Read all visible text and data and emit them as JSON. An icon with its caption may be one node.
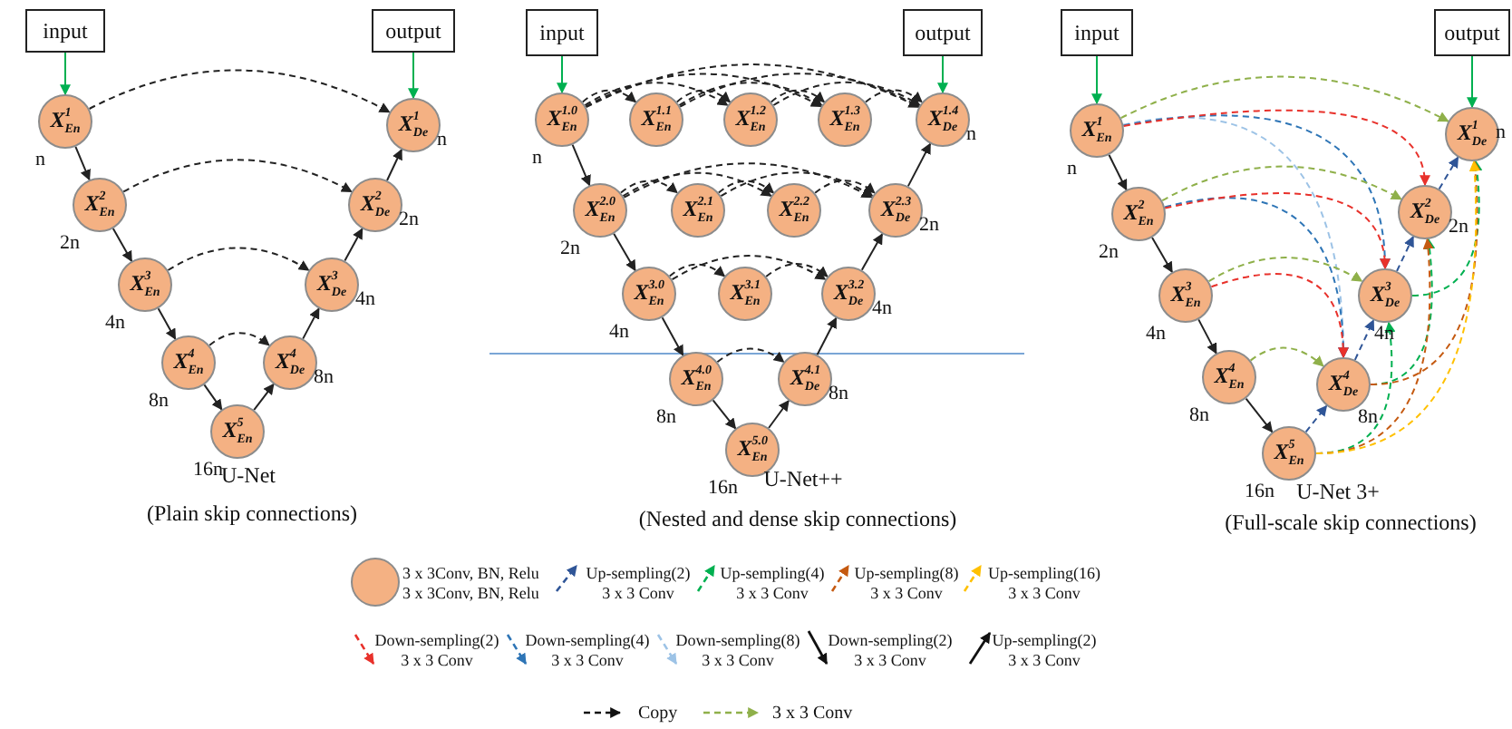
{
  "diagram": {
    "nodes": [
      {
        "text": [
          "input"
        ]
      },
      {
        "text": [
          "output"
        ]
      },
      {
        "text": [
          "X$^{1}$$_{En}$"
        ],
        "beside": [
          "n"
        ]
      },
      {
        "text": [
          "X$^{2}$$_{En}$"
        ],
        "beside": [
          "2n"
        ]
      },
      {
        "text": [
          "X$^{3}$$_{En}$"
        ],
        "beside": [
          "4n"
        ]
      },
      {
        "text": [
          "X$^{4}$$_{En}$"
        ],
        "beside": [
          "8n"
        ]
      },
      {
        "text": [
          "X$^{5}$$_{En}$"
        ],
        "beside": [
          "16n"
        ]
      },
      {
        "text": [
          "X$^{4}$$_{De}$"
        ],
        "beside": [
          "8n"
        ]
      },
      {
        "text": [
          "X$^{3}$$_{De}$"
        ],
        "beside": [
          "4n"
        ]
      },
      {
        "text": [
          "X$^{2}$$_{De}$"
        ],
        "beside": [
          "2n"
        ]
      },
      {
        "text": [
          "X$^{1}$$_{De}$"
        ],
        "beside": [
          "n"
        ]
      },
      {
        "text": [
          "input"
        ]
      },
      {
        "text": [
          "output"
        ]
      },
      {
        "text": [
          "X$^{1.0}$$_{En}$"
        ],
        "beside": [
          "n"
        ]
      },
      {
        "text": [
          "X$^{1.1}$$_{En}$"
        ]
      },
      {
        "text": [
          "X$^{1.2}$$_{En}$"
        ]
      },
      {
        "text": [
          "X$^{1.3}$$_{En}$"
        ]
      },
      {
        "text": [
          "X$^{1.4}$$_{De}$"
        ],
        "beside": [
          "n"
        ]
      },
      {
        "text": [
          "X$^{2.0}$$_{En}$"
        ],
        "beside": [
          "2n"
        ]
      },
      {
        "text": [
          "X$^{2.1}$$_{En}$"
        ]
      },
      {
        "text": [
          "X$^{2.2}$$_{En}$"
        ]
      },
      {
        "text": [
          "X$^{2.3}$$_{De}$"
        ],
        "beside": [
          "2n"
        ]
      },
      {
        "text": [
          "X$^{3.0}$$_{En}$"
        ],
        "beside": [
          "4n"
        ]
      },
      {
        "text": [
          "X$^{3.1}$$_{En}$"
        ]
      },
      {
        "text": [
          "X$^{3.2}$$_{De}$"
        ],
        "beside": [
          "4n"
        ]
      },
      {
        "text": [
          "X$^{4.0}$$_{En}$"
        ],
        "beside": [
          "8n"
        ]
      },
      {
        "text": [
          "X$^{4.1}$$_{De}$"
        ],
        "beside": [
          "8n"
        ]
      },
      {
        "text": [
          "X$^{5.0}$$_{En}$"
        ],
        "beside": [
          "16n"
        ]
      },
      {
        "text": [
          "input"
        ]
      },
      {
        "text": [
          "output"
        ]
      },
      {
        "text": [
          "X$^{1}$$_{En}$"
        ],
        "beside": [
          "n"
        ]
      },
      {
        "text": [
          "X$^{2}$$_{En}$"
        ],
        "beside": [
          "2n"
        ]
      },
      {
        "text": [
          "X$^{3}$$_{En}$"
        ],
        "beside": [
          "4n"
        ]
      },
      {
        "text": [
          "X$^{4}$$_{En}$"
        ],
        "beside": [
          "8n"
        ]
      },
      {
        "text": [
          "X$^{5}$$_{En}$"
        ],
        "beside": [
          "16n"
        ]
      },
      {
        "text": [
          "X$^{4}$$_{De}$"
        ],
        "beside": [
          "8n"
        ]
      },
      {
        "text": [
          "X$^{3}$$_{De}$"
        ],
        "beside": [
          "4n"
        ]
      },
      {
        "text": [
          "X$^{2}$$_{De}$"
        ],
        "beside": [
          "2n"
        ]
      },
      {
        "text": [
          "X$^{1}$$_{De}$"
        ],
        "beside": [
          "n"
        ]
      }
    ],
    "edges": [
      {
        "from": 0,
        "to": 2,
        "arrow": "to",
        "color": "#00b050"
      },
      {
        "from": 1,
        "to": 10,
        "arrow": "to",
        "color": "#00b050"
      },
      {
        "from": 2,
        "to": 3,
        "arrow": "to"
      },
      {
        "from": 3,
        "to": 4,
        "arrow": "to"
      },
      {
        "from": 4,
        "to": 5,
        "arrow": "to"
      },
      {
        "from": 5,
        "to": 6,
        "arrow": "to"
      },
      {
        "from": 6,
        "to": 7,
        "arrow": "to"
      },
      {
        "from": 7,
        "to": 8,
        "arrow": "to"
      },
      {
        "from": 8,
        "to": 9,
        "arrow": "to"
      },
      {
        "from": 9,
        "to": 10,
        "arrow": "to"
      },
      {
        "from": 2,
        "to": 10,
        "arrow": "to",
        "style": "dashed"
      },
      {
        "from": 3,
        "to": 9,
        "arrow": "to",
        "style": "dashed"
      },
      {
        "from": 4,
        "to": 8,
        "arrow": "to",
        "style": "dashed"
      },
      {
        "from": 5,
        "to": 7,
        "arrow": "to",
        "style": "dashed"
      },
      {
        "from": 11,
        "to": 13,
        "arrow": "to",
        "color": "#00b050"
      },
      {
        "from": 12,
        "to": 17,
        "arrow": "to",
        "color": "#00b050"
      },
      {
        "from": 13,
        "to": 18,
        "arrow": "to"
      },
      {
        "from": 18,
        "to": 22,
        "arrow": "to"
      },
      {
        "from": 22,
        "to": 25,
        "arrow": "to"
      },
      {
        "from": 25,
        "to": 27,
        "arrow": "to"
      },
      {
        "from": 27,
        "to": 26,
        "arrow": "to"
      },
      {
        "from": 26,
        "to": 24,
        "arrow": "to"
      },
      {
        "from": 24,
        "to": 21,
        "arrow": "to"
      },
      {
        "from": 21,
        "to": 17,
        "arrow": "to"
      },
      {
        "from": 13,
        "to": 14,
        "arrow": "to",
        "style": "dashed"
      },
      {
        "from": 13,
        "to": 15,
        "arrow": "to",
        "style": "dashed"
      },
      {
        "from": 13,
        "to": 16,
        "arrow": "to",
        "style": "dashed"
      },
      {
        "from": 13,
        "to": 17,
        "arrow": "to",
        "style": "dashed"
      },
      {
        "from": 14,
        "to": 15,
        "arrow": "to",
        "style": "dashed"
      },
      {
        "from": 14,
        "to": 16,
        "arrow": "to",
        "style": "dashed"
      },
      {
        "from": 14,
        "to": 17,
        "arrow": "to",
        "style": "dashed"
      },
      {
        "from": 15,
        "to": 16,
        "arrow": "to",
        "style": "dashed"
      },
      {
        "from": 15,
        "to": 17,
        "arrow": "to",
        "style": "dashed"
      },
      {
        "from": 16,
        "to": 17,
        "arrow": "to",
        "style": "dashed"
      },
      {
        "from": 18,
        "to": 19,
        "arrow": "to",
        "style": "dashed"
      },
      {
        "from": 18,
        "to": 20,
        "arrow": "to",
        "style": "dashed"
      },
      {
        "from": 18,
        "to": 21,
        "arrow": "to",
        "style": "dashed"
      },
      {
        "from": 19,
        "to": 20,
        "arrow": "to",
        "style": "dashed"
      },
      {
        "from": 19,
        "to": 21,
        "arrow": "to",
        "style": "dashed"
      },
      {
        "from": 20,
        "to": 21,
        "arrow": "to",
        "style": "dashed"
      },
      {
        "from": 22,
        "to": 23,
        "arrow": "to",
        "style": "dashed"
      },
      {
        "from": 22,
        "to": 24,
        "arrow": "to",
        "style": "dashed"
      },
      {
        "from": 23,
        "to": 24,
        "arrow": "to",
        "style": "dashed"
      },
      {
        "from": 25,
        "to": 26,
        "arrow": "to",
        "style": "dashed"
      },
      {
        "from": 28,
        "to": 30,
        "arrow": "to",
        "color": "#00b050"
      },
      {
        "from": 29,
        "to": 38,
        "arrow": "to",
        "color": "#00b050"
      },
      {
        "from": 30,
        "to": 31,
        "arrow": "to"
      },
      {
        "from": 31,
        "to": 32,
        "arrow": "to"
      },
      {
        "from": 32,
        "to": 33,
        "arrow": "to"
      },
      {
        "from": 33,
        "to": 34,
        "arrow": "to"
      },
      {
        "from": 34,
        "to": 35,
        "arrow": "to",
        "style": "dashed",
        "color": "#2f5597"
      },
      {
        "from": 35,
        "to": 36,
        "arrow": "to",
        "style": "dashed",
        "color": "#2f5597"
      },
      {
        "from": 36,
        "to": 37,
        "arrow": "to",
        "style": "dashed",
        "color": "#2f5597"
      },
      {
        "from": 37,
        "to": 38,
        "arrow": "to",
        "style": "dashed",
        "color": "#2f5597"
      },
      {
        "from": 30,
        "to": 35,
        "arrow": "to",
        "style": "dashed",
        "color": "#9dc3e6"
      },
      {
        "from": 31,
        "to": 35,
        "arrow": "to",
        "style": "dashed",
        "color": "#2e75b6"
      },
      {
        "from": 32,
        "to": 35,
        "arrow": "to",
        "style": "dashed",
        "color": "#e8312b"
      },
      {
        "from": 33,
        "to": 35,
        "arrow": "to",
        "style": "dashed",
        "color": "#8fb04a"
      },
      {
        "from": 30,
        "to": 36,
        "arrow": "to",
        "style": "dashed",
        "color": "#2e75b6"
      },
      {
        "from": 31,
        "to": 36,
        "arrow": "to",
        "style": "dashed",
        "color": "#e8312b"
      },
      {
        "from": 32,
        "to": 36,
        "arrow": "to",
        "style": "dashed",
        "color": "#8fb04a"
      },
      {
        "from": 34,
        "to": 36,
        "arrow": "to",
        "style": "dashed",
        "color": "#00b050"
      },
      {
        "from": 30,
        "to": 37,
        "arrow": "to",
        "style": "dashed",
        "color": "#e8312b"
      },
      {
        "from": 31,
        "to": 37,
        "arrow": "to",
        "style": "dashed",
        "color": "#8fb04a"
      },
      {
        "from": 35,
        "to": 37,
        "arrow": "to",
        "style": "dashed",
        "color": "#00b050"
      },
      {
        "from": 34,
        "to": 37,
        "arrow": "to",
        "style": "dashed",
        "color": "#c55a11"
      },
      {
        "from": 30,
        "to": 38,
        "arrow": "to",
        "style": "dashed",
        "color": "#8fb04a"
      },
      {
        "from": 36,
        "to": 38,
        "arrow": "to",
        "style": "dashed",
        "color": "#00b050"
      },
      {
        "from": 35,
        "to": 38,
        "arrow": "to",
        "style": "dashed",
        "color": "#c55a11"
      },
      {
        "from": 34,
        "to": 38,
        "arrow": "to",
        "style": "dashed",
        "color": "#ffc000"
      }
    ],
    "labels": [
      "U-Net",
      "(Plain skip connections)",
      "U-Net++",
      "(Nested and dense skip connections)",
      "U-Net 3+",
      "(Full-scale skip connections)"
    ],
    "legend": [
      {
        "text": "3 x 3Conv, BN, Relu 3 x 3Conv, BN, Relu"
      },
      {
        "text": "Up-sempling(2) 3 x 3 Conv"
      },
      {
        "text": "Up-sempling(4) 3 x 3 Conv"
      },
      {
        "text": "Up-sempling(8) 3 x 3 Conv"
      },
      {
        "text": "Up-sempling(16) 3 x 3 Conv"
      },
      {
        "text": "Down-sempling(2) 3 x 3 Conv"
      },
      {
        "text": "Down-sempling(4) 3 x 3 Conv"
      },
      {
        "text": "Down-sempling(8) 3 x 3 Conv"
      },
      {
        "text": "Down-sempling(2) 3 x 3 Conv"
      },
      {
        "text": "Up-sempling(2) 3 x 3 Conv"
      },
      {
        "text": "Copy"
      },
      {
        "text": "3 x 3 Conv"
      }
    ]
  }
}
